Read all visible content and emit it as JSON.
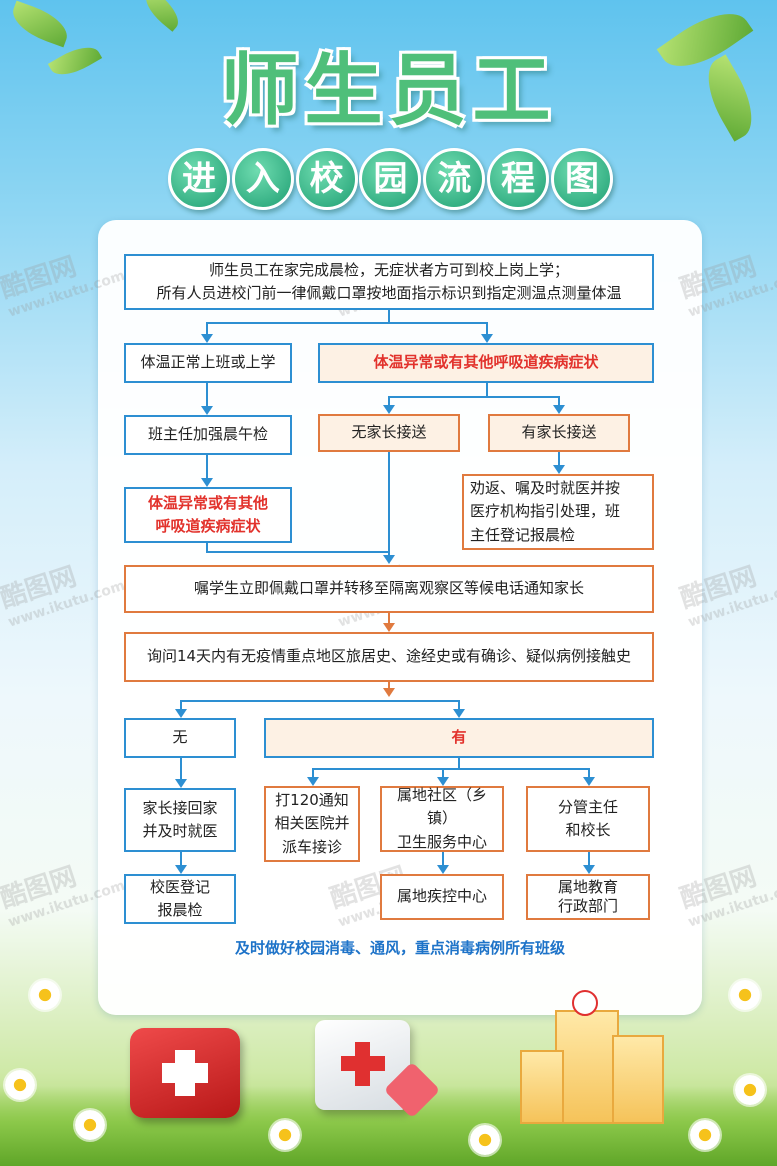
{
  "title": {
    "main": "师生员工",
    "subtitle_chars": [
      "进",
      "入",
      "校",
      "园",
      "流",
      "程",
      "图"
    ]
  },
  "flow": {
    "step1": [
      "师生员工在家完成晨检，无症状者方可到校上岗上学；",
      "所有人员进校门前一律佩戴口罩按地面指示标识到指定测温点测量体温"
    ],
    "normal": "体温正常上班或上学",
    "abnormal": "体温异常或有其他呼吸道疾病症状",
    "class_check": "班主任加强晨午检",
    "class_abnormal": [
      "体温异常或有其他",
      "呼吸道疾病症状"
    ],
    "no_parent": "无家长接送",
    "has_parent": "有家长接送",
    "persuade": [
      "劝返、嘱及时就医并按",
      "医疗机构指引处理，班",
      "主任登记报晨检"
    ],
    "isolate": "嘱学生立即佩戴口罩并转移至隔离观察区等候电话通知家长",
    "inquire": "询问14天内有无疫情重点地区旅居史、途经史或有确诊、疑似病例接触史",
    "none": "无",
    "yes": "有",
    "parent_pickup": [
      "家长接回家",
      "并及时就医"
    ],
    "school_doctor": [
      "校医登记",
      "报晨检"
    ],
    "call120": [
      "打120通知",
      "相关医院并",
      "派车接诊"
    ],
    "community": [
      "属地社区（乡镇）",
      "卫生服务中心"
    ],
    "cdc": "属地疾控中心",
    "principal": [
      "分管主任",
      "和校长"
    ],
    "education": [
      "属地教育",
      "行政部门"
    ]
  },
  "footer_note": "及时做好校园消毒、通风，重点消毒病例所有班级",
  "watermark": {
    "brand": "酷图网",
    "url": "www.ikutu.com"
  },
  "colors": {
    "blue_border": "#2d8fd2",
    "orange_border": "#e07a3f",
    "red_text": "#e2322c",
    "title_green": "#4fbf7a"
  }
}
